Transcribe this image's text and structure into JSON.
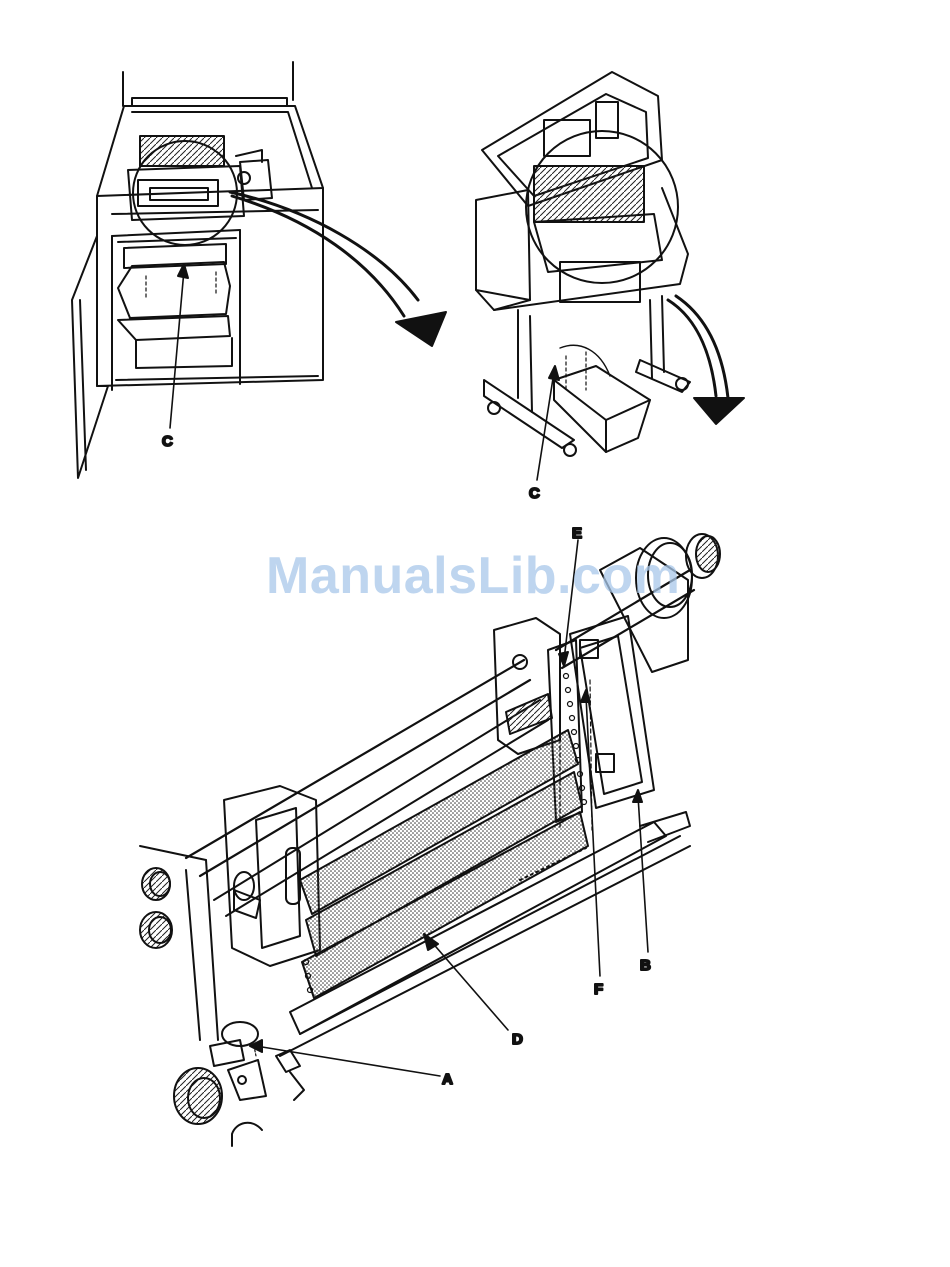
{
  "watermark": "ManualsLib.com",
  "figures": {
    "cabinet_view": {
      "callout": "C"
    },
    "stand_view": {
      "callout": "C"
    },
    "tractor_detail": {
      "callouts": {
        "a": "A",
        "b": "B",
        "d": "D",
        "e": "E",
        "f": "F"
      }
    }
  }
}
